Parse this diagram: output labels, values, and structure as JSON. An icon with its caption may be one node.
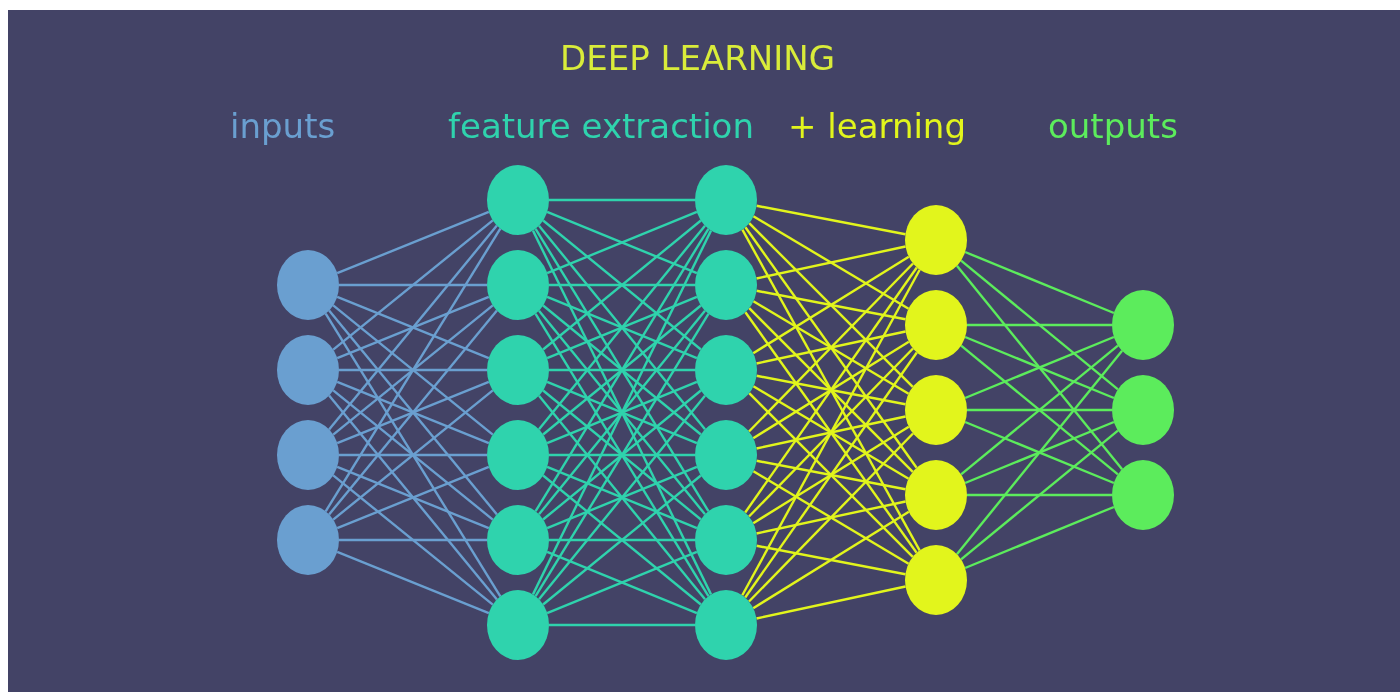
{
  "diagram": {
    "title": "DEEP LEARNING",
    "nodes": [
      {
        "text": [],
        "shape": "circle"
      },
      {
        "text": [],
        "shape": "circle"
      },
      {
        "text": [],
        "shape": "circle"
      },
      {
        "text": [],
        "shape": "circle"
      },
      {
        "text": [],
        "shape": "circle"
      },
      {
        "text": [],
        "shape": "circle"
      },
      {
        "text": [],
        "shape": "circle"
      },
      {
        "text": [],
        "shape": "circle"
      },
      {
        "text": [],
        "shape": "circle"
      },
      {
        "text": [],
        "shape": "circle"
      },
      {
        "text": [],
        "shape": "circle"
      },
      {
        "text": [],
        "shape": "circle"
      },
      {
        "text": [],
        "shape": "circle"
      },
      {
        "text": [],
        "shape": "circle"
      },
      {
        "text": [],
        "shape": "circle"
      },
      {
        "text": [],
        "shape": "circle"
      },
      {
        "text": [],
        "shape": "circle"
      },
      {
        "text": [],
        "shape": "circle"
      },
      {
        "text": [],
        "shape": "circle"
      },
      {
        "text": [],
        "shape": "circle"
      },
      {
        "text": [],
        "shape": "circle"
      },
      {
        "text": [],
        "shape": "circle"
      },
      {
        "text": [],
        "shape": "circle"
      },
      {
        "text": [],
        "shape": "circle"
      }
    ],
    "edges": [
      {
        "from": 0,
        "to": 4,
        "arrow": "none",
        "color": "#6a9fd0"
      },
      {
        "from": 0,
        "to": 5,
        "arrow": "none",
        "color": "#6a9fd0"
      },
      {
        "from": 0,
        "to": 6,
        "arrow": "none",
        "color": "#6a9fd0"
      },
      {
        "from": 0,
        "to": 7,
        "arrow": "none",
        "color": "#6a9fd0"
      },
      {
        "from": 0,
        "to": 8,
        "arrow": "none",
        "color": "#6a9fd0"
      },
      {
        "from": 0,
        "to": 9,
        "arrow": "none",
        "color": "#6a9fd0"
      },
      {
        "from": 1,
        "to": 4,
        "arrow": "none",
        "color": "#6a9fd0"
      },
      {
        "from": 1,
        "to": 5,
        "arrow": "none",
        "color": "#6a9fd0"
      },
      {
        "from": 1,
        "to": 6,
        "arrow": "none",
        "color": "#6a9fd0"
      },
      {
        "from": 1,
        "to": 7,
        "arrow": "none",
        "color": "#6a9fd0"
      },
      {
        "from": 1,
        "to": 8,
        "arrow": "none",
        "color": "#6a9fd0"
      },
      {
        "from": 1,
        "to": 9,
        "arrow": "none",
        "color": "#6a9fd0"
      },
      {
        "from": 2,
        "to": 4,
        "arrow": "none",
        "color": "#6a9fd0"
      },
      {
        "from": 2,
        "to": 5,
        "arrow": "none",
        "color": "#6a9fd0"
      },
      {
        "from": 2,
        "to": 6,
        "arrow": "none",
        "color": "#6a9fd0"
      },
      {
        "from": 2,
        "to": 7,
        "arrow": "none",
        "color": "#6a9fd0"
      },
      {
        "from": 2,
        "to": 8,
        "arrow": "none",
        "color": "#6a9fd0"
      },
      {
        "from": 2,
        "to": 9,
        "arrow": "none",
        "color": "#6a9fd0"
      },
      {
        "from": 3,
        "to": 4,
        "arrow": "none",
        "color": "#6a9fd0"
      },
      {
        "from": 3,
        "to": 5,
        "arrow": "none",
        "color": "#6a9fd0"
      },
      {
        "from": 3,
        "to": 6,
        "arrow": "none",
        "color": "#6a9fd0"
      },
      {
        "from": 3,
        "to": 7,
        "arrow": "none",
        "color": "#6a9fd0"
      },
      {
        "from": 3,
        "to": 8,
        "arrow": "none",
        "color": "#6a9fd0"
      },
      {
        "from": 3,
        "to": 9,
        "arrow": "none",
        "color": "#6a9fd0"
      },
      {
        "from": 4,
        "to": 10,
        "arrow": "none"
      },
      {
        "from": 4,
        "to": 11,
        "arrow": "none"
      },
      {
        "from": 4,
        "to": 12,
        "arrow": "none"
      },
      {
        "from": 4,
        "to": 13,
        "arrow": "none"
      },
      {
        "from": 4,
        "to": 14,
        "arrow": "none"
      },
      {
        "from": 4,
        "to": 15,
        "arrow": "none"
      },
      {
        "from": 5,
        "to": 10,
        "arrow": "none"
      },
      {
        "from": 5,
        "to": 11,
        "arrow": "none"
      },
      {
        "from": 5,
        "to": 12,
        "arrow": "none"
      },
      {
        "from": 5,
        "to": 13,
        "arrow": "none"
      },
      {
        "from": 5,
        "to": 14,
        "arrow": "none"
      },
      {
        "from": 5,
        "to": 15,
        "arrow": "none"
      },
      {
        "from": 6,
        "to": 10,
        "arrow": "none"
      },
      {
        "from": 6,
        "to": 11,
        "arrow": "none"
      },
      {
        "from": 6,
        "to": 12,
        "arrow": "none"
      },
      {
        "from": 6,
        "to": 13,
        "arrow": "none"
      },
      {
        "from": 6,
        "to": 14,
        "arrow": "none"
      },
      {
        "from": 6,
        "to": 15,
        "arrow": "none"
      },
      {
        "from": 7,
        "to": 10,
        "arrow": "none"
      },
      {
        "from": 7,
        "to": 11,
        "arrow": "none"
      },
      {
        "from": 7,
        "to": 12,
        "arrow": "none"
      },
      {
        "from": 7,
        "to": 13,
        "arrow": "none"
      },
      {
        "from": 7,
        "to": 14,
        "arrow": "none"
      },
      {
        "from": 7,
        "to": 15,
        "arrow": "none"
      },
      {
        "from": 8,
        "to": 10,
        "arrow": "none"
      },
      {
        "from": 8,
        "to": 11,
        "arrow": "none"
      },
      {
        "from": 8,
        "to": 12,
        "arrow": "none"
      },
      {
        "from": 8,
        "to": 13,
        "arrow": "none"
      },
      {
        "from": 8,
        "to": 14,
        "arrow": "none"
      },
      {
        "from": 8,
        "to": 15,
        "arrow": "none"
      },
      {
        "from": 9,
        "to": 10,
        "arrow": "none"
      },
      {
        "from": 9,
        "to": 11,
        "arrow": "none"
      },
      {
        "from": 9,
        "to": 12,
        "arrow": "none"
      },
      {
        "from": 9,
        "to": 13,
        "arrow": "none"
      },
      {
        "from": 9,
        "to": 14,
        "arrow": "none"
      },
      {
        "from": 9,
        "to": 15,
        "arrow": "none"
      },
      {
        "from": 10,
        "to": 16,
        "arrow": "none",
        "color": "#e2f51c"
      },
      {
        "from": 10,
        "to": 17,
        "arrow": "none",
        "color": "#e2f51c"
      },
      {
        "from": 10,
        "to": 18,
        "arrow": "none",
        "color": "#e2f51c"
      },
      {
        "from": 10,
        "to": 19,
        "arrow": "none",
        "color": "#e2f51c"
      },
      {
        "from": 10,
        "to": 20,
        "arrow": "none",
        "color": "#e2f51c"
      },
      {
        "from": 11,
        "to": 16,
        "arrow": "none",
        "color": "#e2f51c"
      },
      {
        "from": 11,
        "to": 17,
        "arrow": "none",
        "color": "#e2f51c"
      },
      {
        "from": 11,
        "to": 18,
        "arrow": "none",
        "color": "#e2f51c"
      },
      {
        "from": 11,
        "to": 19,
        "arrow": "none",
        "color": "#e2f51c"
      },
      {
        "from": 11,
        "to": 20,
        "arrow": "none",
        "color": "#e2f51c"
      },
      {
        "from": 12,
        "to": 16,
        "arrow": "none",
        "color": "#e2f51c"
      },
      {
        "from": 12,
        "to": 17,
        "arrow": "none",
        "color": "#e2f51c"
      },
      {
        "from": 12,
        "to": 18,
        "arrow": "none",
        "color": "#e2f51c"
      },
      {
        "from": 12,
        "to": 19,
        "arrow": "none",
        "color": "#e2f51c"
      },
      {
        "from": 12,
        "to": 20,
        "arrow": "none",
        "color": "#e2f51c"
      },
      {
        "from": 13,
        "to": 16,
        "arrow": "none",
        "color": "#e2f51c"
      },
      {
        "from": 13,
        "to": 17,
        "arrow": "none",
        "color": "#e2f51c"
      },
      {
        "from": 13,
        "to": 18,
        "arrow": "none",
        "color": "#e2f51c"
      },
      {
        "from": 13,
        "to": 19,
        "arrow": "none",
        "color": "#e2f51c"
      },
      {
        "from": 13,
        "to": 20,
        "arrow": "none",
        "color": "#e2f51c"
      },
      {
        "from": 14,
        "to": 16,
        "arrow": "none",
        "color": "#e2f51c"
      },
      {
        "from": 14,
        "to": 17,
        "arrow": "none",
        "color": "#e2f51c"
      },
      {
        "from": 14,
        "to": 18,
        "arrow": "none",
        "color": "#e2f51c"
      },
      {
        "from": 14,
        "to": 19,
        "arrow": "none",
        "color": "#e2f51c"
      },
      {
        "from": 14,
        "to": 20,
        "arrow": "none",
        "color": "#e2f51c"
      },
      {
        "from": 15,
        "to": 16,
        "arrow": "none",
        "color": "#e2f51c"
      },
      {
        "from": 15,
        "to": 17,
        "arrow": "none",
        "color": "#e2f51c"
      },
      {
        "from": 15,
        "to": 18,
        "arrow": "none",
        "color": "#e2f51c"
      },
      {
        "from": 15,
        "to": 19,
        "arrow": "none",
        "color": "#e2f51c"
      },
      {
        "from": 15,
        "to": 20,
        "arrow": "none",
        "color": "#e2f51c"
      },
      {
        "from": 16,
        "to": 21,
        "arrow": "none",
        "color": "#5cec5c"
      },
      {
        "from": 16,
        "to": 22,
        "arrow": "none",
        "color": "#5cec5c"
      },
      {
        "from": 16,
        "to": 23,
        "arrow": "none",
        "color": "#5cec5c"
      },
      {
        "from": 17,
        "to": 21,
        "arrow": "none",
        "color": "#5cec5c"
      },
      {
        "from": 17,
        "to": 22,
        "arrow": "none",
        "color": "#5cec5c"
      },
      {
        "from": 17,
        "to": 23,
        "arrow": "none",
        "color": "#5cec5c"
      },
      {
        "from": 18,
        "to": 21,
        "arrow": "none",
        "color": "#5cec5c"
      },
      {
        "from": 18,
        "to": 22,
        "arrow": "none",
        "color": "#5cec5c"
      },
      {
        "from": 18,
        "to": 23,
        "arrow": "none",
        "color": "#5cec5c"
      },
      {
        "from": 19,
        "to": 21,
        "arrow": "none",
        "color": "#5cec5c"
      },
      {
        "from": 19,
        "to": 22,
        "arrow": "none",
        "color": "#5cec5c"
      },
      {
        "from": 19,
        "to": 23,
        "arrow": "none",
        "color": "#5cec5c"
      },
      {
        "from": 20,
        "to": 21,
        "arrow": "none",
        "color": "#5cec5c"
      },
      {
        "from": 20,
        "to": 22,
        "arrow": "none",
        "color": "#5cec5c"
      },
      {
        "from": 20,
        "to": 23,
        "arrow": "none",
        "color": "#5cec5c"
      }
    ],
    "labels": [
      "inputs",
      "feature extraction",
      "+ learning",
      "outputs"
    ]
  }
}
